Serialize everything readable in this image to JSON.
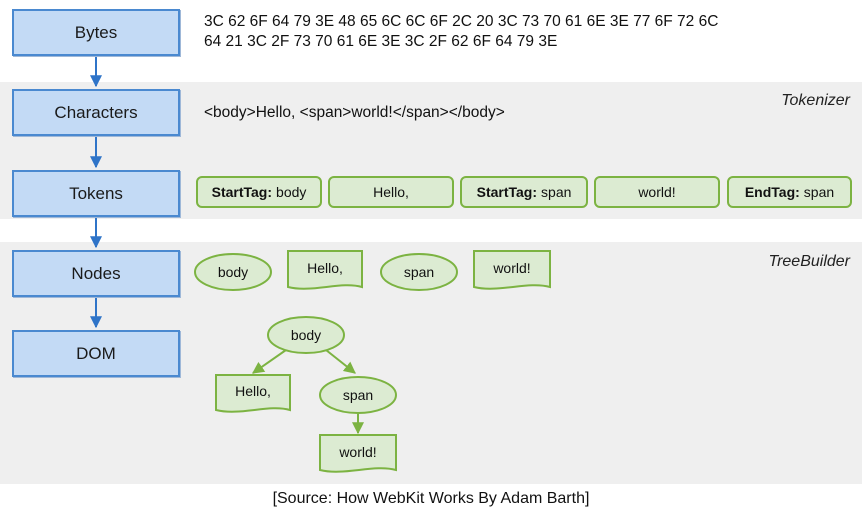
{
  "stages": [
    "Bytes",
    "Characters",
    "Tokens",
    "Nodes",
    "DOM"
  ],
  "bytes_lines": [
    "3C 62 6F 64 79 3E 48 65 6C 6C 6F 2C 20 3C 73 70 61 6E 3E 77 6F 72 6C",
    "64 21 3C 2F 73 70 61 6E 3E 3C 2F 62 6F 64 79 3E"
  ],
  "characters_text": "<body>Hello, <span>world!</span></body>",
  "labels": {
    "tokenizer": "Tokenizer",
    "treebuilder": "TreeBuilder"
  },
  "tokens": [
    {
      "type": "StartTag:",
      "value": "body"
    },
    {
      "type": "",
      "value": "Hello,"
    },
    {
      "type": "StartTag:",
      "value": "span"
    },
    {
      "type": "",
      "value": "world!"
    },
    {
      "type": "EndTag:",
      "value": "span"
    }
  ],
  "nodes": [
    {
      "kind": "element",
      "label": "body"
    },
    {
      "kind": "text",
      "label": "Hello,"
    },
    {
      "kind": "element",
      "label": "span"
    },
    {
      "kind": "text",
      "label": "world!"
    }
  ],
  "dom_tree": {
    "root": "body",
    "text_child": "Hello,",
    "element_child": "span",
    "grandchild": "world!"
  },
  "colors": {
    "stage_fill": "#c3daf5",
    "stage_border": "#4a89d0",
    "flow_arrow": "#2f74c8",
    "green_fill": "#dcebd2",
    "green_border": "#7cb342",
    "band": "#efefef"
  },
  "caption": "[Source: How WebKit Works  By Adam Barth]"
}
